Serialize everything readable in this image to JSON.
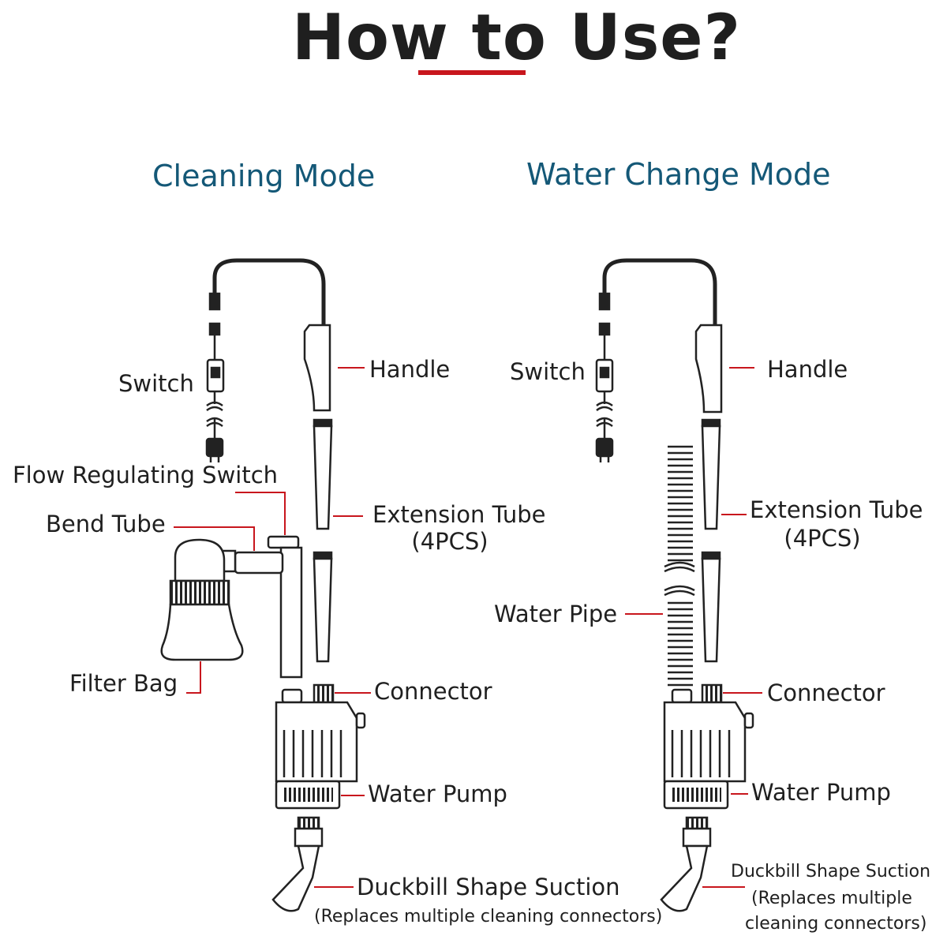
{
  "title": "How to Use?",
  "accent_color": "#c8161d",
  "mode_color": "#145877",
  "cleaning_mode": {
    "heading": "Cleaning Mode",
    "labels": {
      "switch": "Switch",
      "handle": "Handle",
      "flow_regulating_switch": "Flow Regulating Switch",
      "bend_tube": "Bend Tube",
      "extension_tube": "Extension Tube",
      "extension_tube_qty": "(4PCS)",
      "filter_bag": "Filter Bag",
      "connector": "Connector",
      "water_pump": "Water Pump",
      "duckbill": "Duckbill Shape Suction",
      "duckbill_note": "(Replaces multiple cleaning connectors)"
    }
  },
  "water_change_mode": {
    "heading": "Water Change Mode",
    "labels": {
      "switch": "Switch",
      "handle": "Handle",
      "extension_tube": "Extension Tube",
      "extension_tube_qty": "(4PCS)",
      "water_pipe": "Water Pipe",
      "connector": "Connector",
      "water_pump": "Water Pump",
      "duckbill": "Duckbill Shape Suction",
      "duckbill_note_1": "(Replaces multiple",
      "duckbill_note_2": "cleaning connectors)"
    }
  }
}
